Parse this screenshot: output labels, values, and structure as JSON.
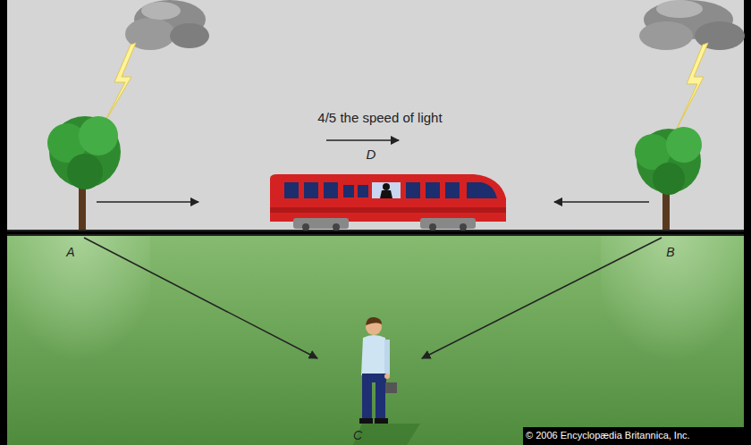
{
  "diagram": {
    "labels": [
      "4/5 the speed of light",
      "D",
      "A",
      "B",
      "C",
      "© 2006 Encyclopædia Britannica, Inc."
    ]
  }
}
